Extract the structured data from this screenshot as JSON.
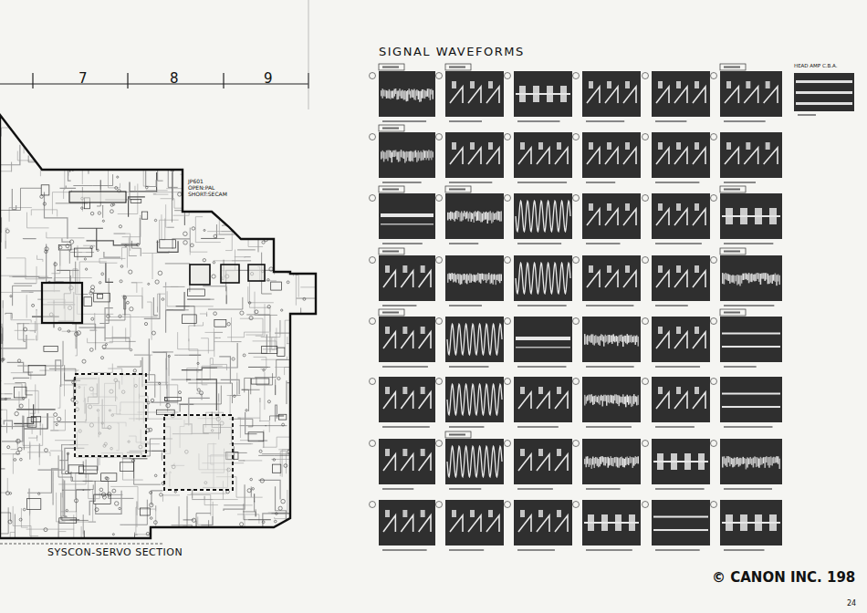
{
  "diagram": {
    "labels": [
      "7",
      "8",
      "9",
      "JP601",
      "OPEN:PAL",
      "SHORT:SECAM",
      "SYSCON-SERVO SECTION",
      "SIGNAL WAVEFORMS",
      "HEAD AMP C.B.A.",
      "© CANON INC. 198",
      "24"
    ]
  }
}
